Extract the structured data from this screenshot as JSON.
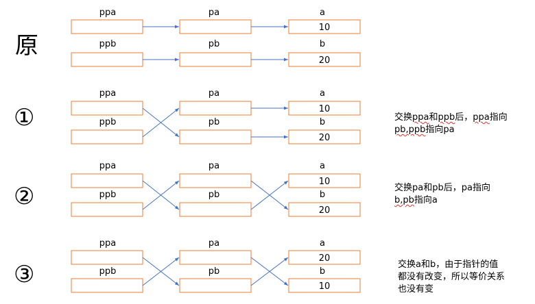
{
  "labels": {
    "ppa": "ppa",
    "ppb": "ppb",
    "pa": "pa",
    "pb": "pb",
    "a": "a",
    "b": "b"
  },
  "sections": [
    {
      "label": "原",
      "a_value": "10",
      "b_value": "20"
    },
    {
      "label": "①",
      "a_value": "10",
      "b_value": "20"
    },
    {
      "label": "②",
      "a_value": "10",
      "b_value": "20"
    },
    {
      "label": "③",
      "a_value": "20",
      "b_value": "10"
    }
  ],
  "notes": {
    "n1_line1_pre": "交换",
    "n1_line1_w1": "ppa",
    "n1_line1_mid": "和",
    "n1_line1_w2": "ppb",
    "n1_line1_post": "后，",
    "n1_line1_w3": "ppa",
    "n1_line1_end": "指向",
    "n1_line2_w1": "pb,ppb",
    "n1_line2_end": "指向pa",
    "n2_line1": "交换pa和pb后，pa指向",
    "n2_line2_w1": "b,pb",
    "n2_line2_end": "指向a",
    "n3_line1": "交换a和b，由于指针的值",
    "n3_line2": "都没有改变，所以等价关系",
    "n3_line3": "也没有变"
  },
  "colors": {
    "box_border": "#ed7d31",
    "arrow": "#4472c4"
  }
}
